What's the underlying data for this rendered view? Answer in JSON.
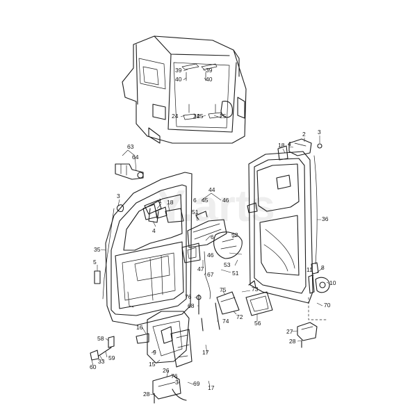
{
  "watermark": "Y.arts",
  "callouts": [
    "39",
    "40",
    "39",
    "40",
    "24",
    "25",
    "24",
    "25",
    "63",
    "64",
    "18",
    "2",
    "3",
    "4",
    "3",
    "1",
    "18",
    "4",
    "44",
    "45",
    "46",
    "6",
    "51",
    "52",
    "36",
    "35",
    "5",
    "6",
    "46",
    "53",
    "51",
    "47",
    "67",
    "8",
    "11",
    "10",
    "75",
    "73",
    "76",
    "68",
    "74",
    "72",
    "56",
    "70",
    "16",
    "27",
    "28",
    "58",
    "9",
    "59",
    "33",
    "60",
    "15",
    "17",
    "26",
    "76",
    "3",
    "69",
    "28",
    "17"
  ]
}
